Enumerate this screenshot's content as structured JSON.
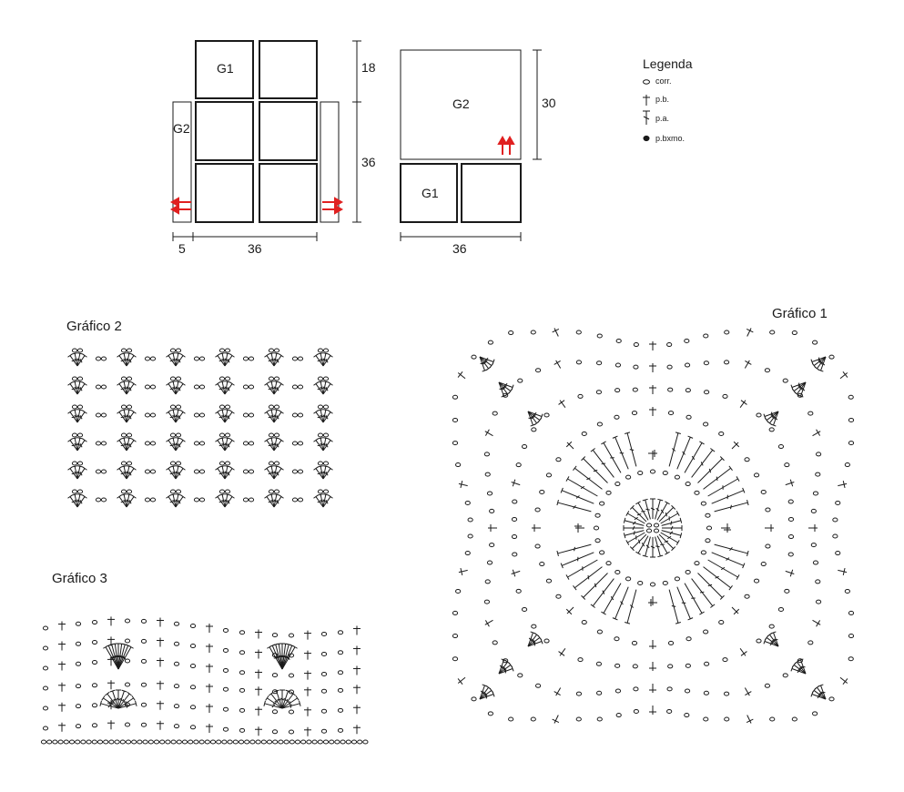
{
  "schematic_left": {
    "g1": "G1",
    "g2": "G2",
    "dim_top": "18",
    "dim_body": "36",
    "dim_strip": "5",
    "dim_width": "36"
  },
  "schematic_right": {
    "g2": "G2",
    "g1": "G1",
    "dim_height": "30",
    "dim_width": "36"
  },
  "legend": {
    "title": "Legenda",
    "items": [
      {
        "icon": "chain-oval",
        "label": "corr."
      },
      {
        "icon": "single-crochet-cross",
        "label": "p.b."
      },
      {
        "icon": "double-crochet",
        "label": "p.a."
      },
      {
        "icon": "slip-stitch-dot",
        "label": "p.bxmo."
      }
    ]
  },
  "charts": {
    "g1": "Gráfico 1",
    "g2": "Gráfico 2",
    "g3": "Gráfico 3"
  },
  "colors": {
    "arrow": "#e02020",
    "ink": "#1a1a1a"
  }
}
